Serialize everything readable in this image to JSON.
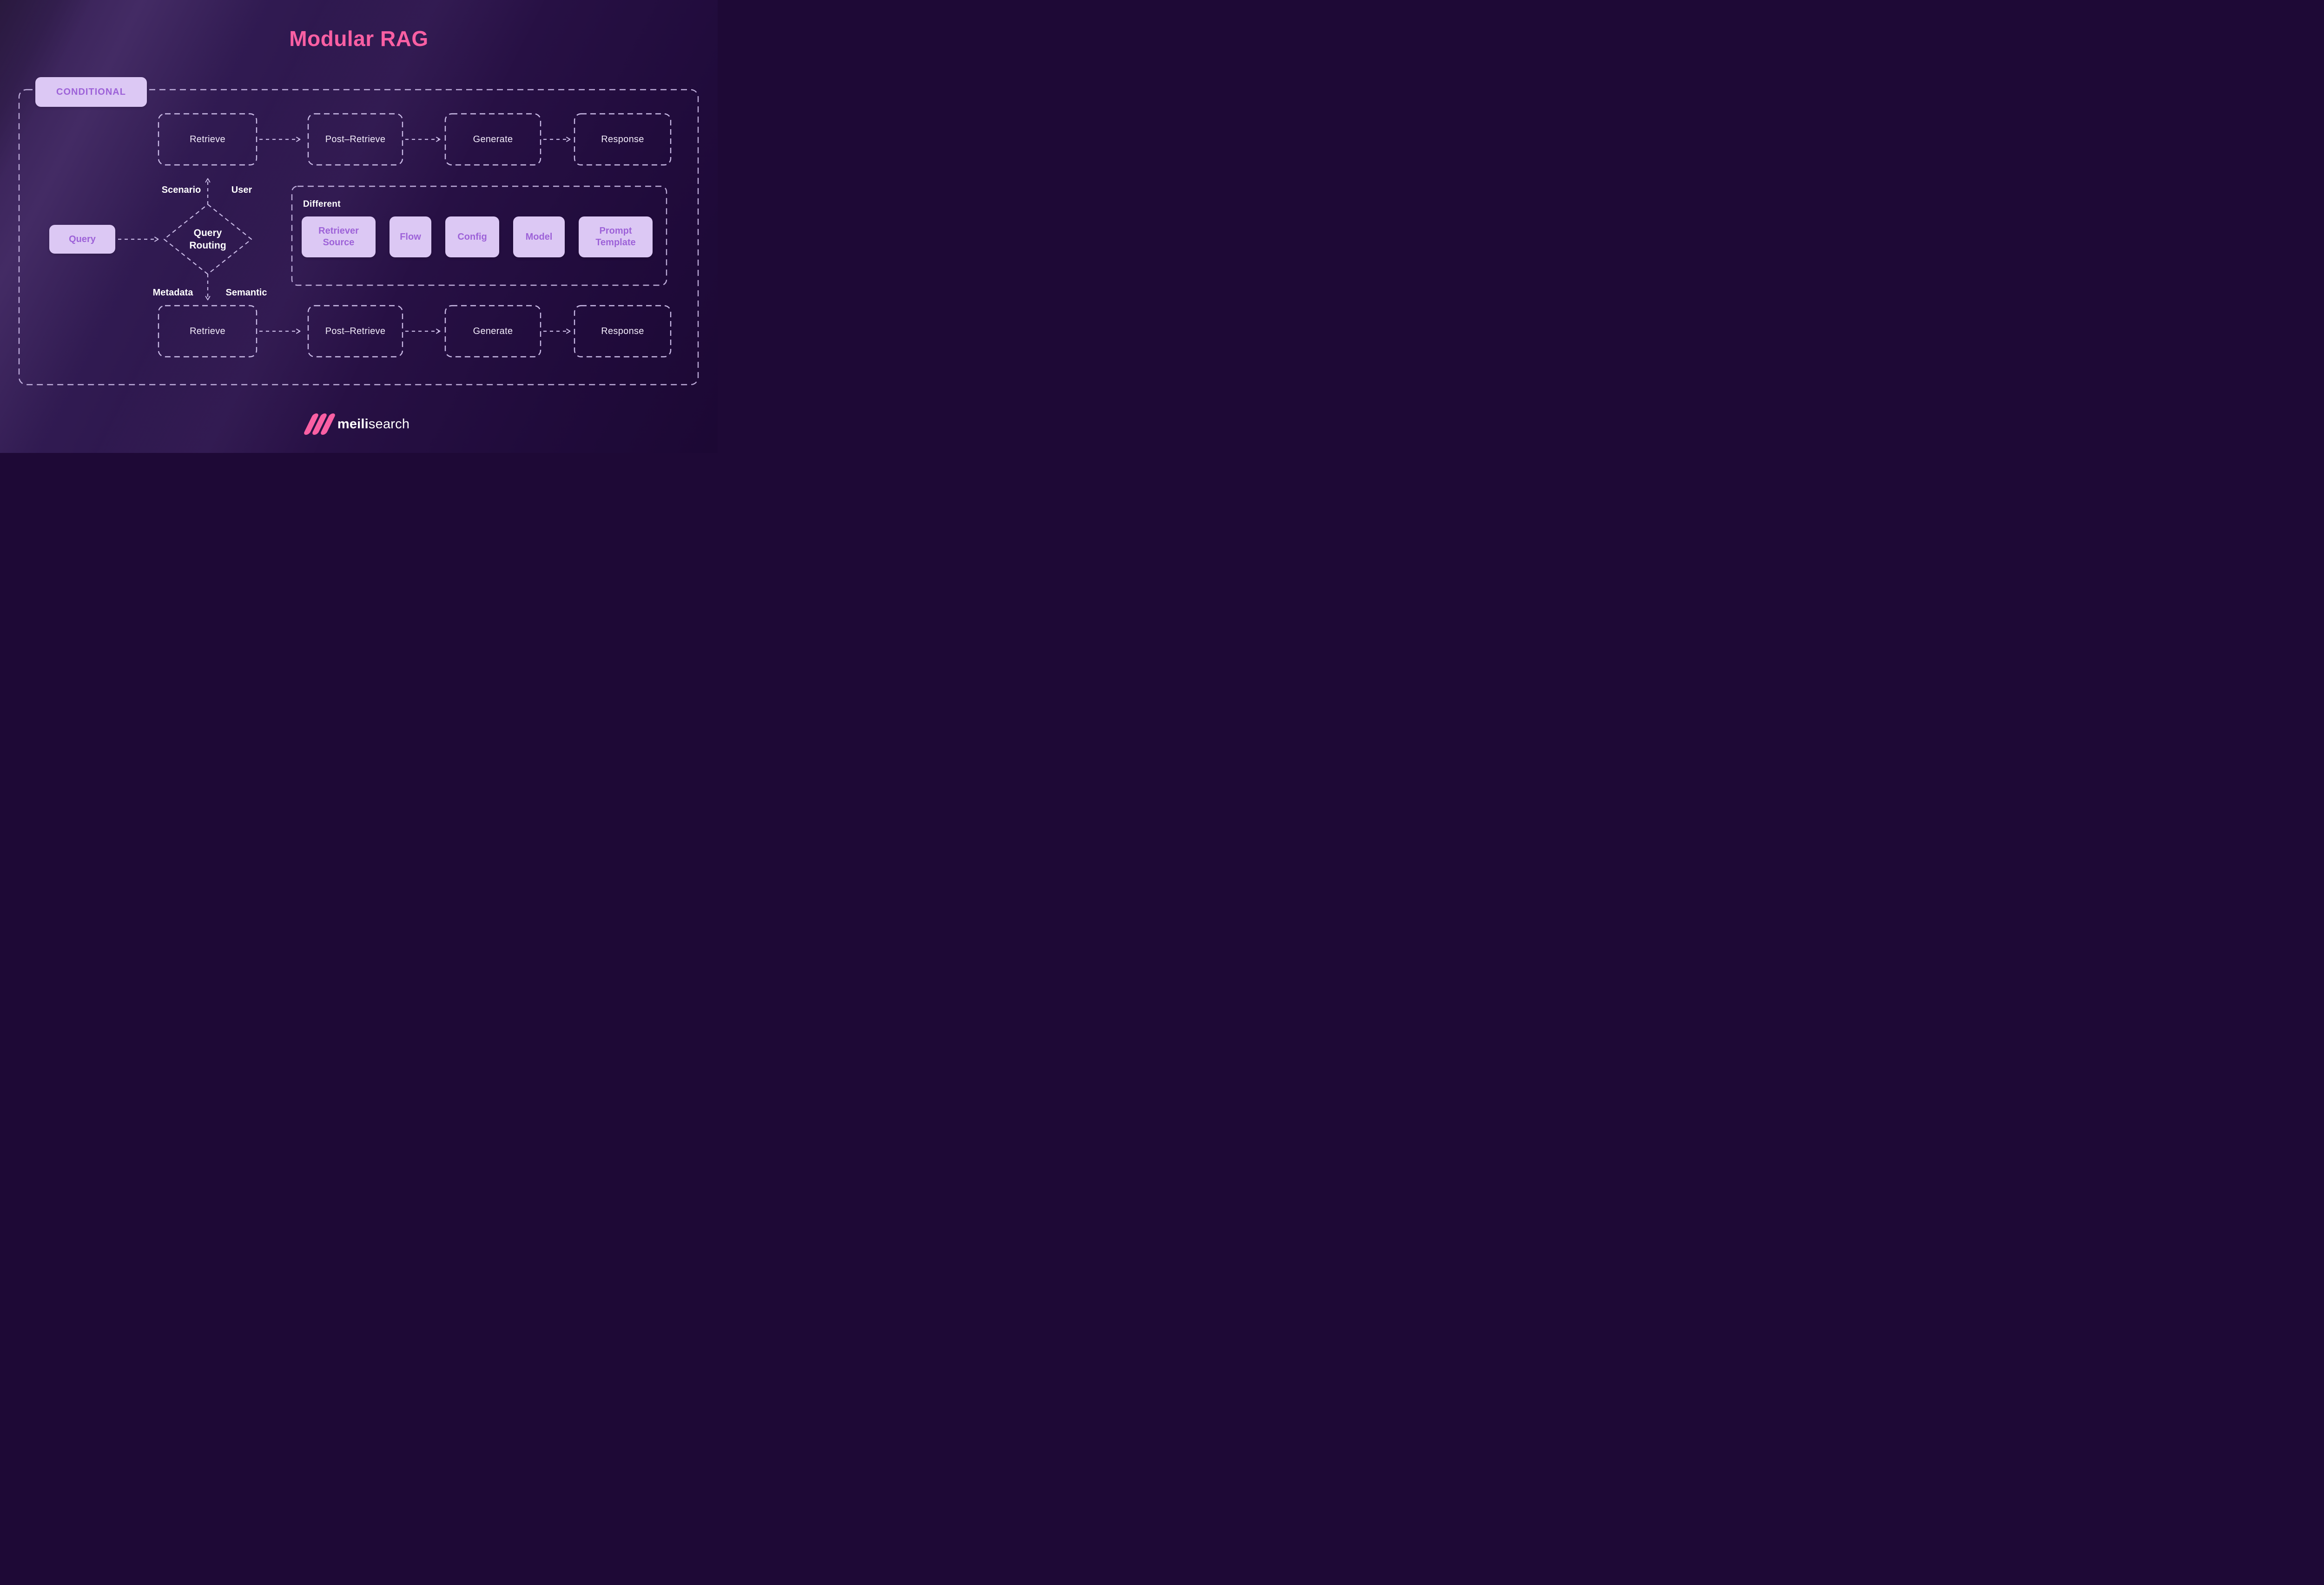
{
  "title": "Modular RAG",
  "conditional_label": "CONDITIONAL",
  "query_label": "Query",
  "router": {
    "label": "Query Routing",
    "top_left": "Scenario",
    "top_right": "User",
    "bottom_left": "Metadata",
    "bottom_right": "Semantic"
  },
  "pipeline_top": [
    "Retrieve",
    "Post–Retrieve",
    "Generate",
    "Response"
  ],
  "pipeline_bottom": [
    "Retrieve",
    "Post–Retrieve",
    "Generate",
    "Response"
  ],
  "different_group": {
    "label": "Different",
    "items": [
      "Retriever Source",
      "Flow",
      "Config",
      "Model",
      "Prompt Template"
    ]
  },
  "logo": {
    "brand_bold": "meili",
    "brand_regular": "search"
  },
  "colors": {
    "background_light": "#3b2459",
    "background_dark": "#1e0936",
    "accent_pink": "#fa5fa3",
    "lavender_box": "#dcc8f4",
    "purple_text": "#9d62d8",
    "dash_line": "#d2c3ee",
    "white_text": "#f3edfb"
  }
}
